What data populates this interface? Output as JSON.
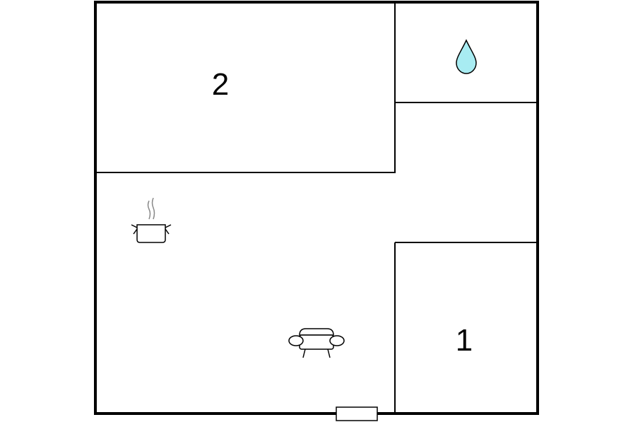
{
  "floorplan": {
    "rooms": [
      {
        "id": "bedroom-2",
        "label": "2"
      },
      {
        "id": "bedroom-1",
        "label": "1"
      }
    ],
    "icons": {
      "bathroom": "water-drop-icon",
      "kitchen": "cooking-pot-icon",
      "living": "sofa-icon",
      "entrance": "door-icon"
    },
    "colors": {
      "walls": "#000000",
      "water_drop": "#a8ecf2",
      "background": "#ffffff"
    }
  }
}
